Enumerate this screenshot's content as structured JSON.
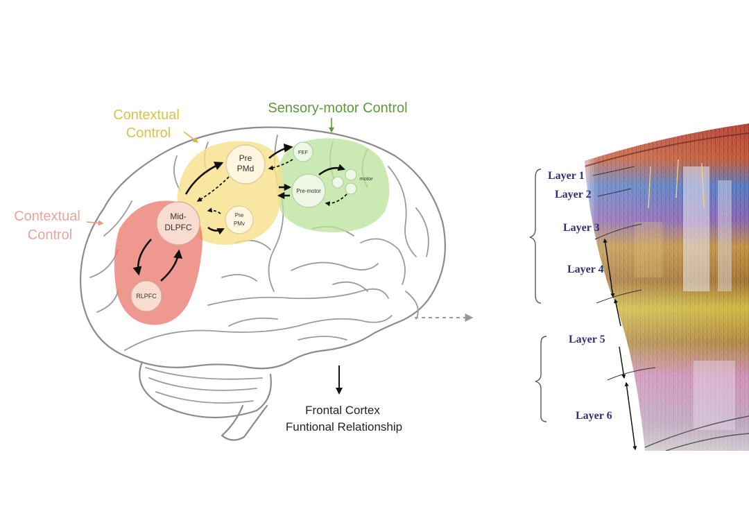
{
  "labels": {
    "contextual_top": [
      "Contextual",
      "Control"
    ],
    "contextual_left": [
      "Contextual",
      "Control"
    ],
    "sensory_motor": "Sensory-motor Control",
    "caption": [
      "Frontal Cortex",
      "Funtional Relationship"
    ]
  },
  "nodes": {
    "pre_pmd": [
      "Pre",
      "PMd"
    ],
    "fef": "FEF",
    "pre_motor": "Pre-motor",
    "motor": "motor",
    "mid_dlpfc": [
      "Mid-",
      "DLPFC"
    ],
    "pre_pmv": [
      "Pre",
      "PMv"
    ],
    "rlpfc": "RLPFC"
  },
  "layers": [
    "Layer 1",
    "Layer 2",
    "Layer 3",
    "Layer 4",
    "Layer 5",
    "Layer 6"
  ],
  "colors": {
    "contextual_yellow": "#d9c24a",
    "contextual_pink": "#e8a59a",
    "sensory_green": "#5a9a3a",
    "yellow_region": "#f6e08a",
    "green_region": "#b9e39a",
    "red_region": "#e8756a",
    "layer_text": "#2d2f7a"
  }
}
